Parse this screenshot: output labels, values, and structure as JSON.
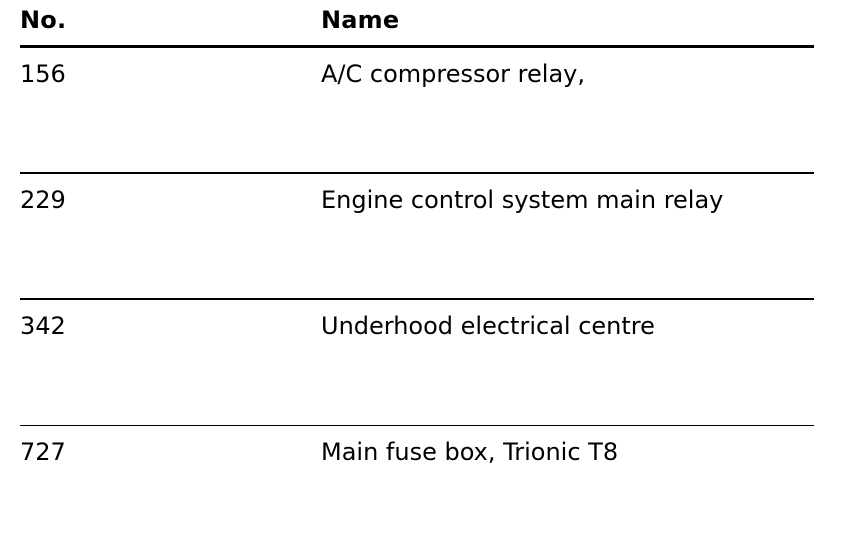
{
  "table": {
    "headers": {
      "number": "No.",
      "name": "Name"
    },
    "rows": [
      {
        "number": "156",
        "name": "A/C compressor relay,"
      },
      {
        "number": "229",
        "name": "Engine control system main relay"
      },
      {
        "number": "342",
        "name": "Underhood electrical centre"
      },
      {
        "number": "727",
        "name": "Main fuse box, Trionic T8"
      }
    ]
  }
}
